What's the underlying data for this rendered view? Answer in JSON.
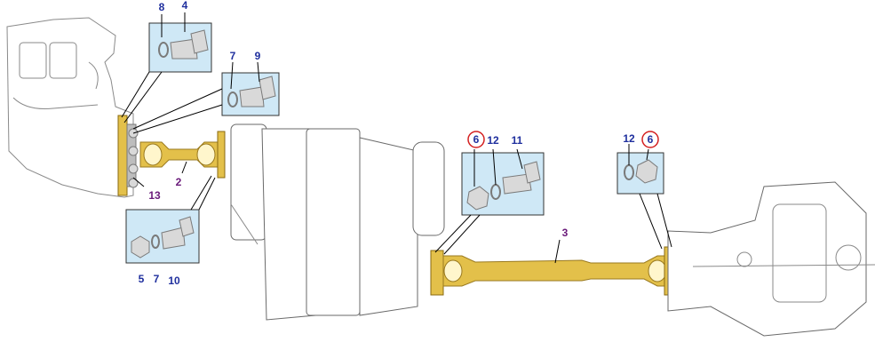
{
  "callouts": {
    "c8": "8",
    "c4": "4",
    "c7a": "7",
    "c9": "9",
    "c6a": "6",
    "c12a": "12",
    "c11": "11",
    "c12b": "12",
    "c6b": "6",
    "c3": "3",
    "c2": "2",
    "c13": "13",
    "c5": "5",
    "c7b": "7",
    "c10": "10"
  },
  "colors": {
    "callout_blue": "#1f2f9e",
    "callout_purple": "#6a1a7a",
    "highlight_circle": "#d42020",
    "shaft_yellow": "#e3c04a",
    "inset_bg": "#cfe8f6"
  }
}
